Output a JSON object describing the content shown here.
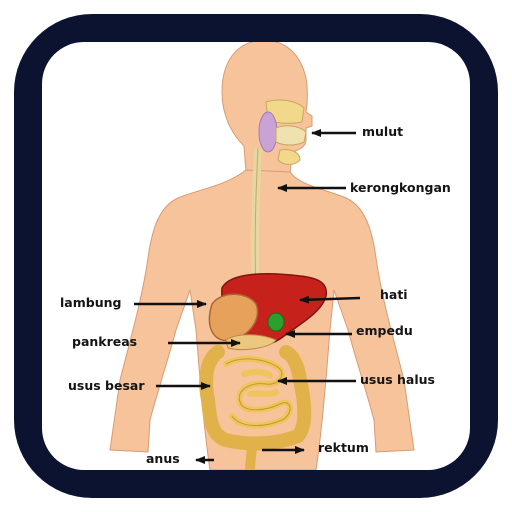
{
  "diagram": {
    "frame_color": "#0c1330",
    "skin_color": "#f6c39b",
    "labels": {
      "mulut": "mulut",
      "kerongkongan": "kerongkongan",
      "lambung": "lambung",
      "hati": "hati",
      "pankreas": "pankreas",
      "empedu": "empedu",
      "usus_besar": "usus besar",
      "usus_halus": "usus halus",
      "rektum": "rektum",
      "anus": "anus"
    }
  }
}
